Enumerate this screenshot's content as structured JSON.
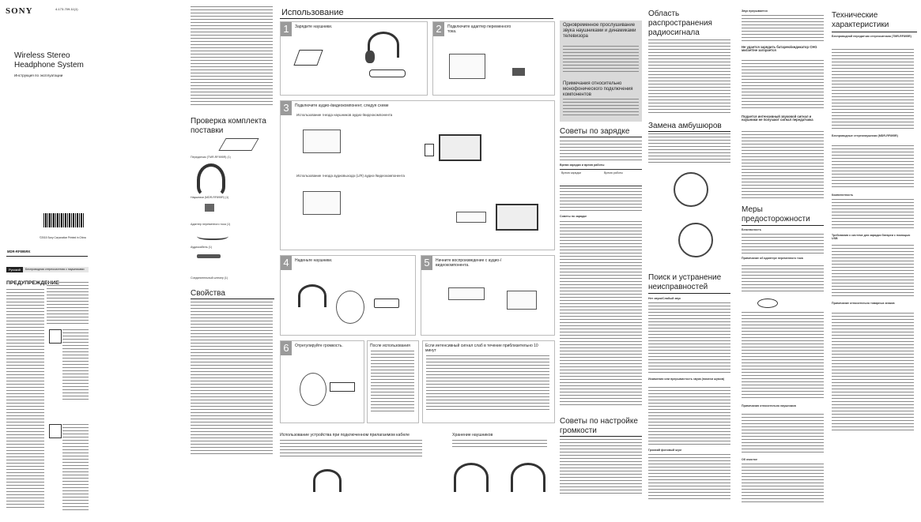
{
  "cover": {
    "brand": "SONY",
    "model_code": "4-173-709-11(1)",
    "title_line1": "Wireless Stereo",
    "title_line2": "Headphone System",
    "subtitle": "Инструкция по эксплуатации",
    "model": "MDR-RF895RK",
    "lang_tab": "Русский",
    "lang_tab_text": "Беспроводная стереосистема с наушниками",
    "copyright": "©2015 Sony Corporation  Printed in China",
    "warning_title": "ПРЕДУПРЕЖДЕНИЕ"
  },
  "col2": {
    "section_check": "Проверка комплекта поставки",
    "items": [
      "Передатчик (TMR-RF895R) (1)",
      "Наушники (MDR-RF895R) (1)",
      "Адаптер переменного тока (1)",
      "Аудиокабель (1)",
      "Соединительный штекер (1)"
    ],
    "section_features": "Свойства"
  },
  "usage": {
    "title": "Использование",
    "step1": {
      "num": "1",
      "title": "Зарядите наушники."
    },
    "step2": {
      "num": "2",
      "title": "Подключите адаптер переменного тока."
    },
    "step3": {
      "num": "3",
      "title": "Подключите аудио-/видеокомпонент, следуя схеме",
      "sub1": "Использование гнезда наушников аудио-/видеокомпонента",
      "sub2": "Использование гнезда аудиовыхода (L/R) аудио-/видеокомпонента"
    },
    "step4": {
      "num": "4",
      "title": "Наденьте наушники."
    },
    "step5": {
      "num": "5",
      "title": "Начните воспроизведение с аудио-/видеокомпонента."
    },
    "step6": {
      "num": "6",
      "title": "Отрегулируйте громкость."
    },
    "after_use": "После использования",
    "auto_off": "Если интенсивный сигнал слаб в течение приблизительно 10 минут",
    "cable_use": "Использование устройства при подключенном прилагаемом кабеле",
    "storage": "Хранение наушников"
  },
  "col4": {
    "simul": "Одновременное прослушивание звука наушниками и динамиками телевизора",
    "notes": "Примечания относительно монофонического подключения компонентов",
    "charging_title": "Советы по зарядке",
    "charge_sub": "Время зарядки и время работы",
    "table_head": [
      "Время зарядки",
      "Время работы"
    ],
    "charge_sub2": "Советы по зарядке",
    "volume_title": "Советы по настройке громкости"
  },
  "col5": {
    "area_title": "Область распространения радиосигнала",
    "pads_title": "Замена амбушюров",
    "trouble_title": "Поиск и устранение неисправностей",
    "no_sound": "Нет звука/Слабый звук",
    "distort": "Искажения или прерывистость звука (помехи шумов)",
    "noise": "Громкий фоновый шум"
  },
  "col6": {
    "no_sound_head": "Звук прерывается",
    "charge_head": "Не удается зарядить батарею/индикатор CHG мигает/не загорается",
    "pair_head": "Подается интенсивный звуковой сигнал и наушники не получают сигнал передатчика",
    "safety_title": "Меры предосторожности",
    "safety_sub": "Безопасность",
    "adapter_sub": "Примечание об адаптере переменного тока",
    "headphones_sub": "Примечания относительно наушников",
    "cleaning_sub": "Об очистке"
  },
  "col7": {
    "spec_title": "Технические характеристики",
    "spec_sub1": "Беспроводной передатчик стереосигнала (TMR-RF895R)",
    "spec_sub2": "Беспроводные стереонаушники (MDR-RF895R)",
    "spec_sub3": "Комплектность",
    "spec_sub4": "Требования к системе для зарядки батареи с помощью USB",
    "spec_sub5": "Примечание относительно товарных знаков"
  }
}
